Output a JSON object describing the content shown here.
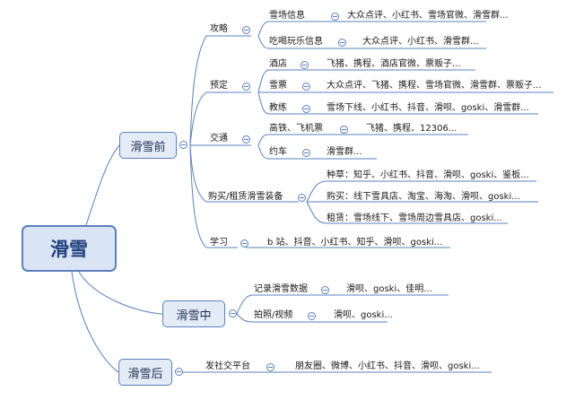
{
  "root": "滑雪",
  "branches": [
    {
      "label": "滑雪前",
      "children": [
        {
          "label": "攻略",
          "children": [
            {
              "label": "雪场信息",
              "detail": "大众点评、小红书、雪场官微、滑雪群..."
            },
            {
              "label": "吃喝玩乐信息",
              "detail": "大众点评、小红书、滑雪群..."
            }
          ]
        },
        {
          "label": "预定",
          "children": [
            {
              "label": "酒店",
              "detail": "飞猪、携程、酒店官微、票贩子..."
            },
            {
              "label": "雪票",
              "detail": "大众点评、飞猪、携程、雪场官微、滑雪群、票贩子..."
            },
            {
              "label": "教练",
              "detail": "雪场下线、小红书、抖音、滑呗、goski、滑雪群..."
            }
          ]
        },
        {
          "label": "交通",
          "children": [
            {
              "label": "高铁、飞机票",
              "detail": "飞猪、携程、12306..."
            },
            {
              "label": "约车",
              "detail": "滑雪群..."
            }
          ]
        },
        {
          "label": "购买/租赁滑雪装备",
          "children": [
            {
              "label": "种草：知乎、小红书、抖音、滑呗、goski、鉴板..."
            },
            {
              "label": "购买：线下雪具店、淘宝、海淘、滑呗、goski..."
            },
            {
              "label": "租赁：雪场线下、雪场周边雪具店、goski..."
            }
          ]
        },
        {
          "label": "学习",
          "detail": "b 站、抖音、小红书、知乎、滑呗、goski..."
        }
      ]
    },
    {
      "label": "滑雪中",
      "children": [
        {
          "label": "记录滑雪数据",
          "detail": "滑呗、goski、佳明..."
        },
        {
          "label": "拍照/视频",
          "detail": "滑呗、goski..."
        }
      ]
    },
    {
      "label": "滑雪后",
      "children": [
        {
          "label": "发社交平台",
          "detail": "朋友圈、微博、小红书、抖音、滑呗、goski..."
        }
      ]
    }
  ]
}
